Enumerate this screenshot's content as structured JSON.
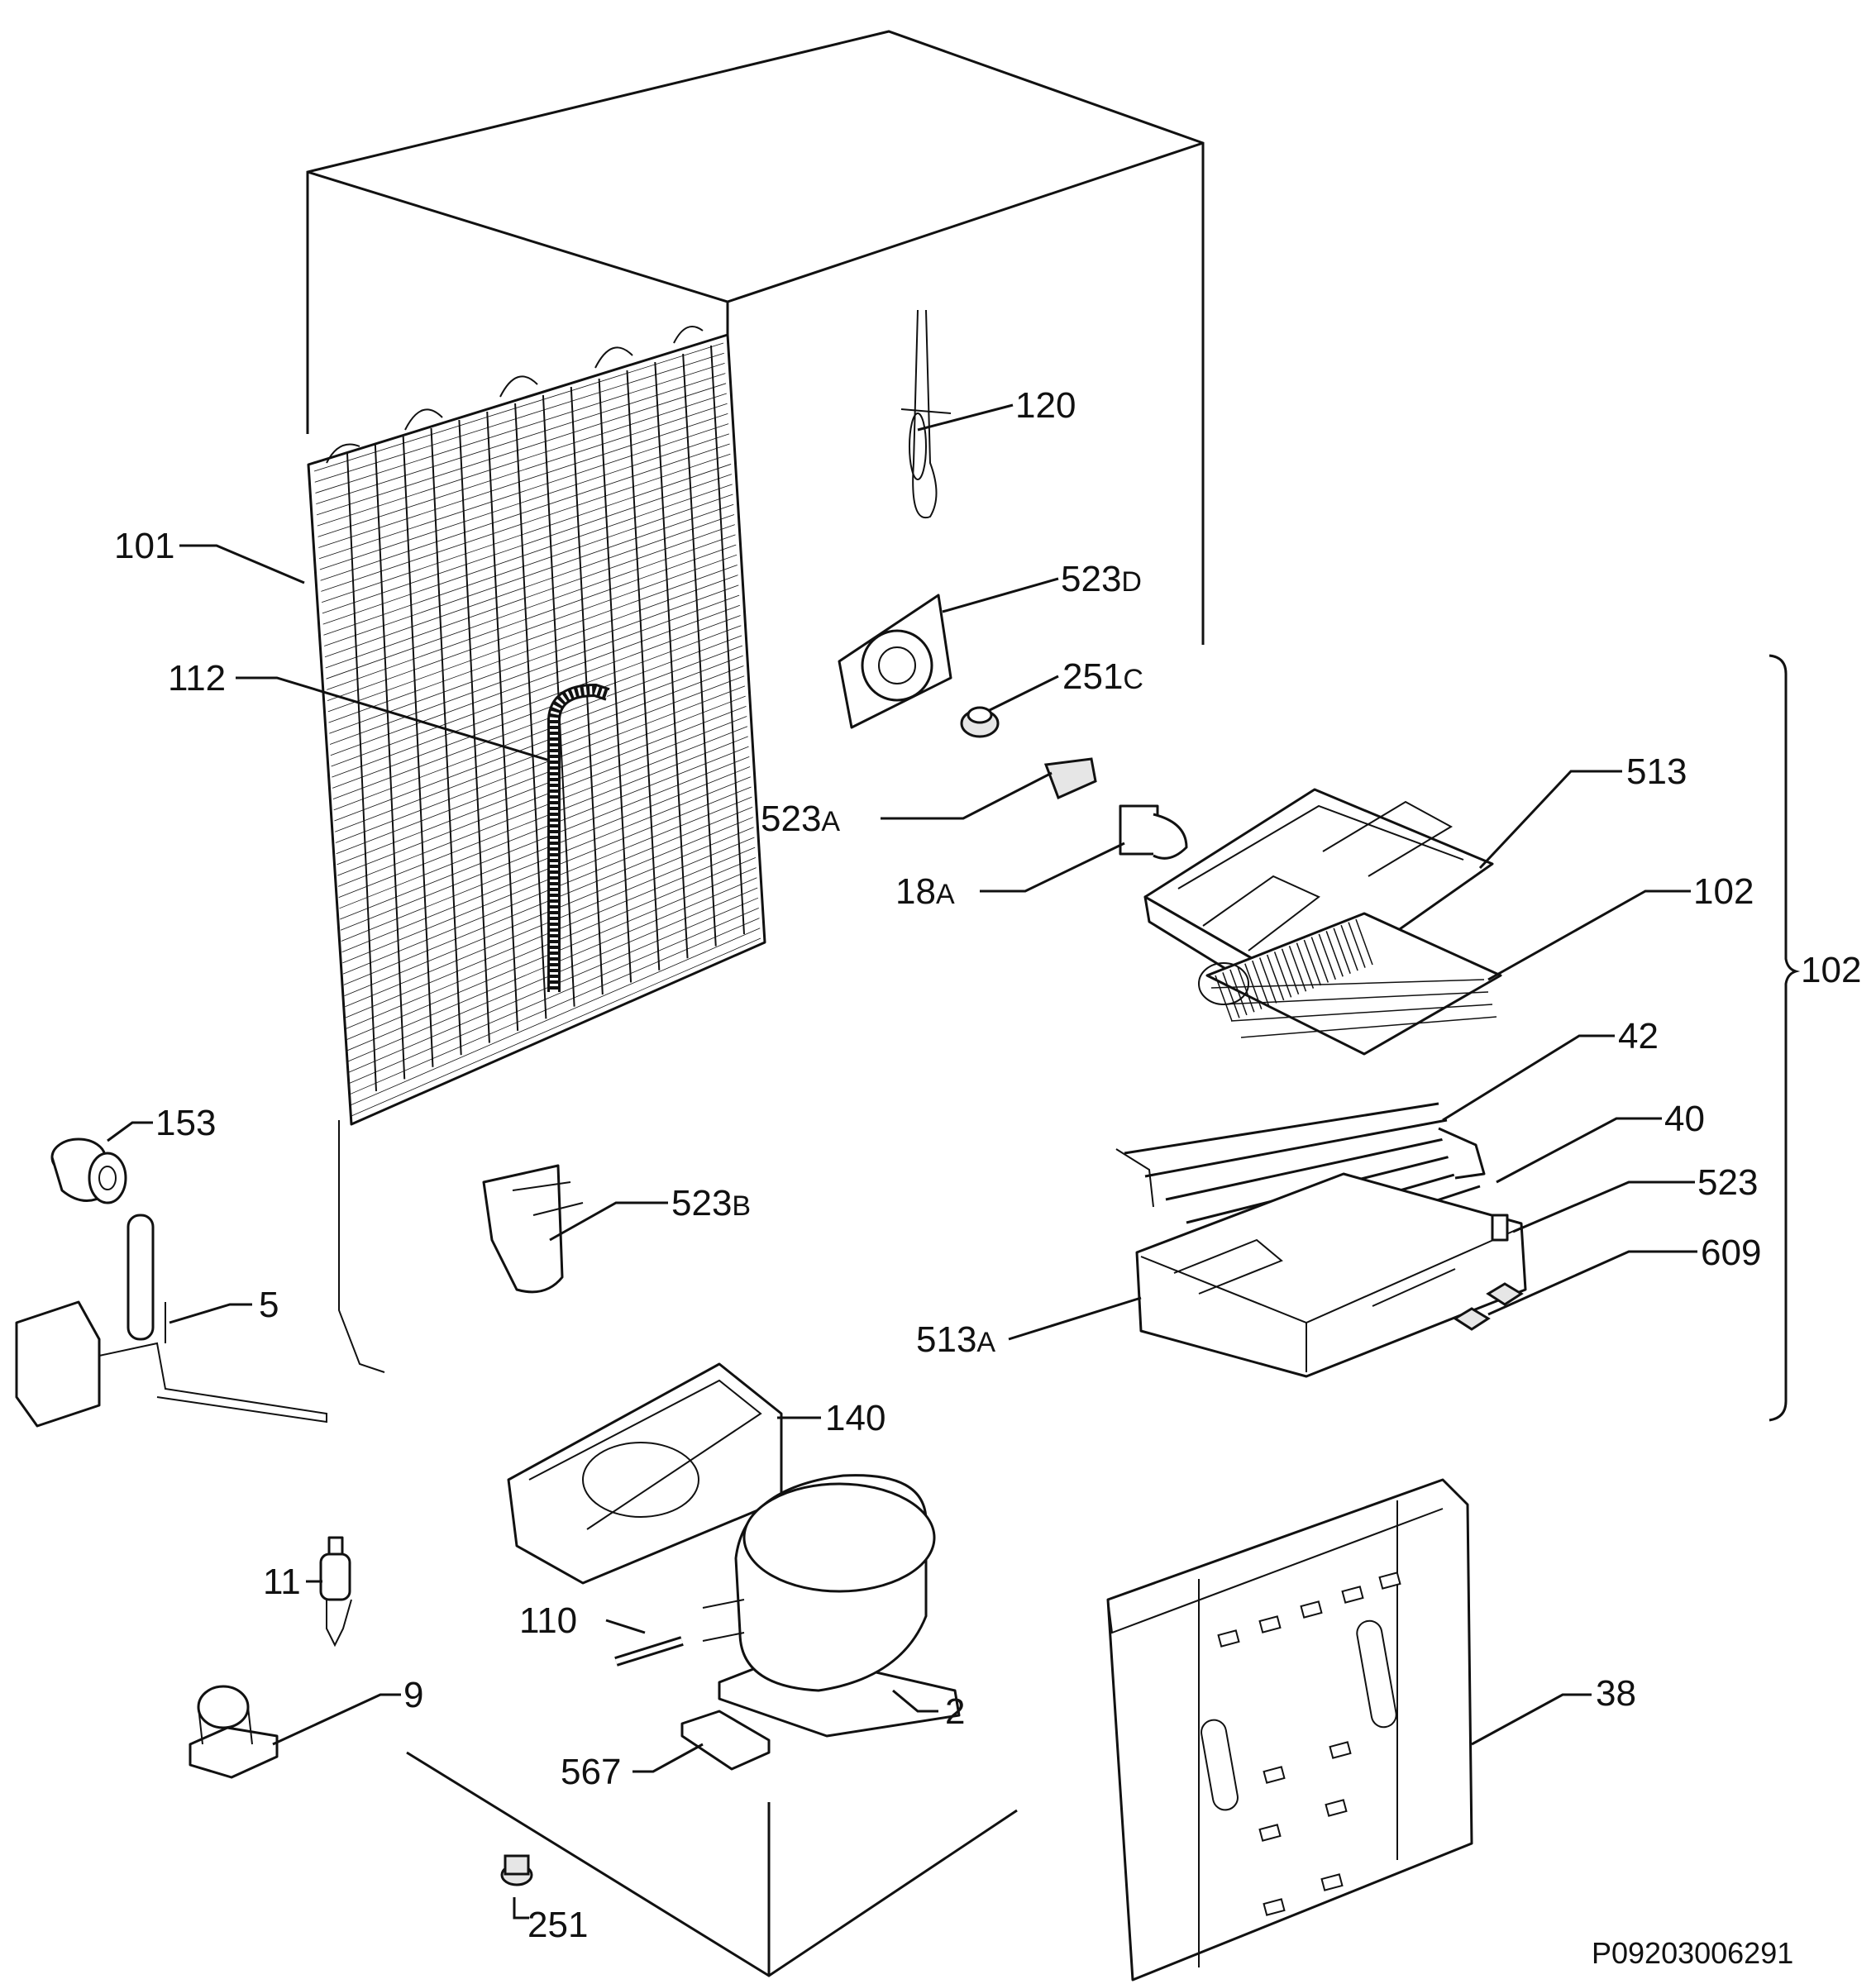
{
  "diagram": {
    "document_code": "P09203006291",
    "callouts": [
      {
        "id": "120",
        "num": "120",
        "suffix": ""
      },
      {
        "id": "101",
        "num": "101",
        "suffix": ""
      },
      {
        "id": "523D",
        "num": "523",
        "suffix": "D"
      },
      {
        "id": "112",
        "num": "112",
        "suffix": ""
      },
      {
        "id": "251C",
        "num": "251",
        "suffix": "C"
      },
      {
        "id": "513",
        "num": "513",
        "suffix": ""
      },
      {
        "id": "523A",
        "num": "523",
        "suffix": "A"
      },
      {
        "id": "18A",
        "num": "18",
        "suffix": "A"
      },
      {
        "id": "102a",
        "num": "102",
        "suffix": ""
      },
      {
        "id": "102b",
        "num": "102",
        "suffix": ""
      },
      {
        "id": "42",
        "num": "42",
        "suffix": ""
      },
      {
        "id": "153",
        "num": "153",
        "suffix": ""
      },
      {
        "id": "40",
        "num": "40",
        "suffix": ""
      },
      {
        "id": "523B",
        "num": "523",
        "suffix": "B"
      },
      {
        "id": "523",
        "num": "523",
        "suffix": ""
      },
      {
        "id": "5",
        "num": "5",
        "suffix": ""
      },
      {
        "id": "609",
        "num": "609",
        "suffix": ""
      },
      {
        "id": "513A",
        "num": "513",
        "suffix": "A"
      },
      {
        "id": "140",
        "num": "140",
        "suffix": ""
      },
      {
        "id": "11",
        "num": "11",
        "suffix": ""
      },
      {
        "id": "110",
        "num": "110",
        "suffix": ""
      },
      {
        "id": "2",
        "num": "2",
        "suffix": ""
      },
      {
        "id": "9",
        "num": "9",
        "suffix": ""
      },
      {
        "id": "38",
        "num": "38",
        "suffix": ""
      },
      {
        "id": "567",
        "num": "567",
        "suffix": ""
      },
      {
        "id": "251",
        "num": "251",
        "suffix": ""
      }
    ]
  }
}
